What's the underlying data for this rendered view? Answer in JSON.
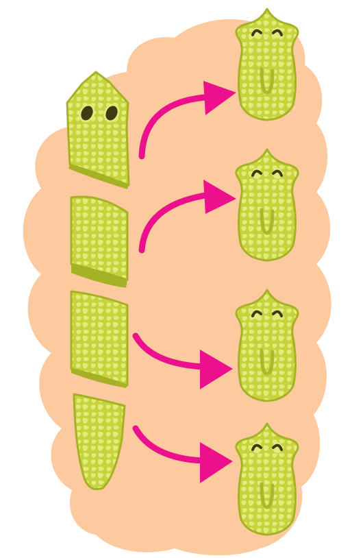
{
  "colors": {
    "background_blob": "#FDC99E",
    "planarian_light": "#E3EC7A",
    "planarian_mid": "#C6D33C",
    "planarian_shade": "#A6B226",
    "planarian_spot": "#B5C22E",
    "eye_dark": "#3F3A12",
    "arrow": "#EC108C"
  },
  "fragments": [
    {
      "name": "head-fragment",
      "has_eyes": true
    },
    {
      "name": "trunk-fragment-1",
      "has_eyes": false
    },
    {
      "name": "trunk-fragment-2",
      "has_eyes": false
    },
    {
      "name": "tail-fragment",
      "has_eyes": false
    }
  ],
  "regenerated": [
    {
      "name": "regenerated-worm-1"
    },
    {
      "name": "regenerated-worm-2"
    },
    {
      "name": "regenerated-worm-3"
    },
    {
      "name": "regenerated-worm-4"
    }
  ],
  "arrows": [
    {
      "name": "regeneration-arrow-1",
      "direction": "up"
    },
    {
      "name": "regeneration-arrow-2",
      "direction": "up"
    },
    {
      "name": "regeneration-arrow-3",
      "direction": "down"
    },
    {
      "name": "regeneration-arrow-4",
      "direction": "down"
    }
  ]
}
